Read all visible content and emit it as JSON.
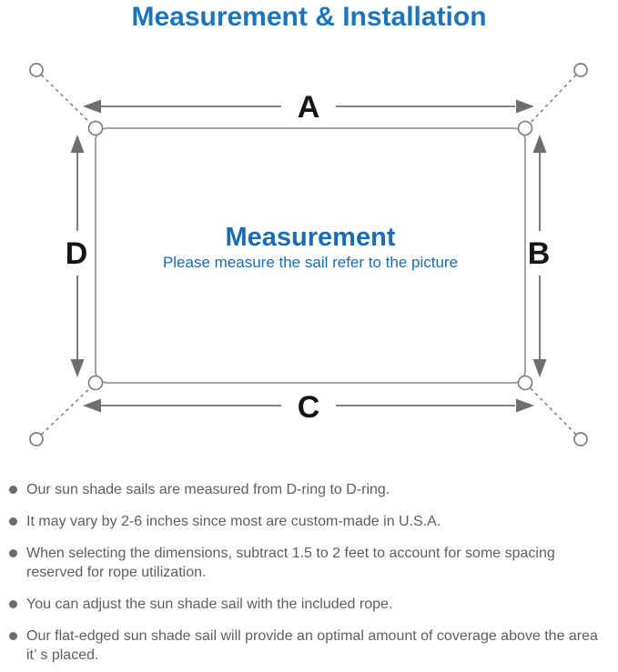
{
  "page": {
    "title": "Measurement & Installation"
  },
  "colors": {
    "accent_blue": "#1b75bc",
    "heading_blue": "#1a6cb5",
    "text_gray": "#5e5e5e",
    "line_gray": "#8c8c8c",
    "arrow_gray": "#6e6e6e",
    "label_black": "#151515",
    "bullet_gray": "#6b6b6b"
  },
  "diagram": {
    "center_title": "Measurement",
    "center_subtitle": "Please measure the sail refer to the picture",
    "dimension_labels": {
      "top": "A",
      "right": "B",
      "bottom": "C",
      "left": "D"
    }
  },
  "notes": {
    "items": [
      "Our sun shade sails are measured from D-ring to D-ring.",
      "It may vary by 2-6 inches since most are custom-made in U.S.A.",
      "When selecting the dimensions, subtract 1.5 to 2 feet to account for some spacing reserved for rope utilization.",
      "You can adjust the sun shade sail with the included rope.",
      "Our flat-edged sun shade sail will provide an optimal amount of coverage above the area it’ s placed."
    ]
  }
}
